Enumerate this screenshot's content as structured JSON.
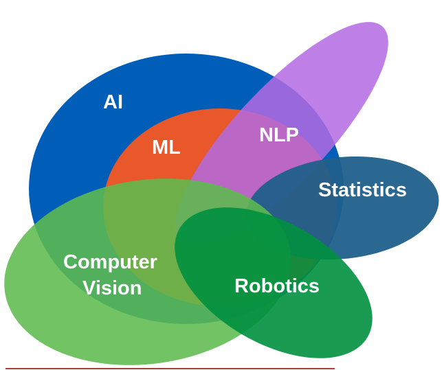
{
  "labels": {
    "ai": "AI",
    "ml": "ML",
    "nlp": "NLP",
    "statistics": "Statistics",
    "computer_vision_line1": "Computer",
    "computer_vision_line2": "Vision",
    "robotics": "Robotics"
  },
  "colors": {
    "ai": "#005EB8",
    "ml": "#E8582A",
    "nlp": "#B36AE2",
    "statistics": "#1F5F8B",
    "computer_vision": "#5DBB4F",
    "robotics": "#00903F",
    "rule": "#8B0000"
  }
}
